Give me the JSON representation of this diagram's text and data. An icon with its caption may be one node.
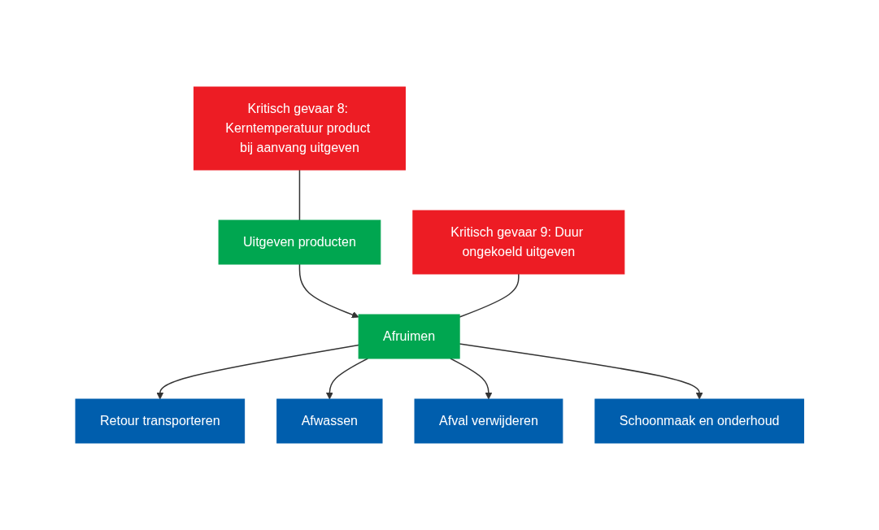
{
  "diagram": {
    "nodes": [
      {
        "text": [
          "Uitgeven producten"
        ]
      },
      {
        "text": [
          "Kritisch gevaar 8: Kerntemperatuur product bij aanvang uitgeven"
        ]
      },
      {
        "text": [
          "Afruimen"
        ]
      },
      {
        "text": [
          "Kritisch gevaar 9: Duur ongekoeld uitgeven"
        ]
      },
      {
        "text": [
          "Retour transporteren"
        ]
      },
      {
        "text": [
          "Afwassen"
        ]
      },
      {
        "text": [
          "Afval verwijderen"
        ]
      },
      {
        "text": [
          "Schoonmaak en onderhoud"
        ]
      }
    ],
    "edges": [
      {
        "from": 0,
        "to": 1,
        "arrow": "none"
      },
      {
        "from": 0,
        "to": 2,
        "arrow": "to"
      },
      {
        "from": 2,
        "to": 3,
        "arrow": "none"
      },
      {
        "from": 2,
        "to": 4,
        "arrow": "to"
      },
      {
        "from": 2,
        "to": 5,
        "arrow": "to"
      },
      {
        "from": 2,
        "to": 6,
        "arrow": "to"
      },
      {
        "from": 2,
        "to": 7,
        "arrow": "to"
      }
    ]
  }
}
